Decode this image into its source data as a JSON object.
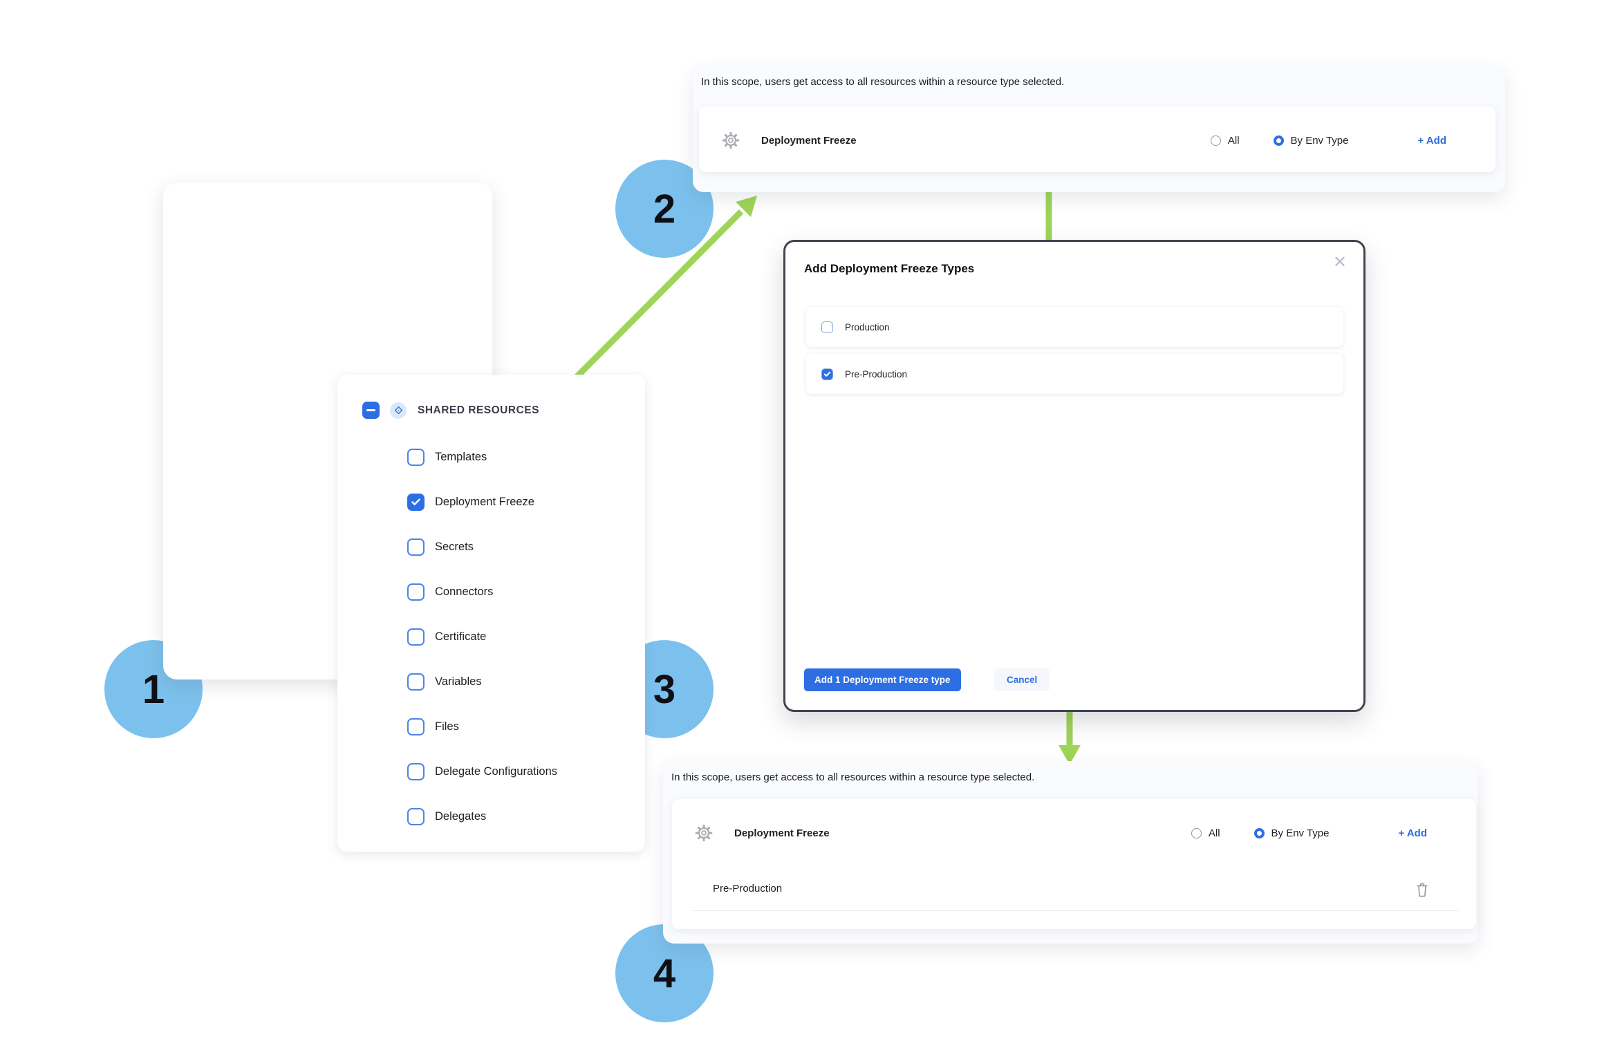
{
  "colors": {
    "accent_blue": "#2d6fe3",
    "link_blue": "#2f6be0",
    "arrow_green": "#9ed457",
    "step_circle_blue": "#7cc1ed",
    "modal_border": "#40444d"
  },
  "steps": {
    "one": "1",
    "two": "2",
    "three": "3",
    "four": "4"
  },
  "sidebar": {
    "header": "SHARED RESOURCES",
    "items": [
      {
        "label": "Templates",
        "checked": false
      },
      {
        "label": "Deployment Freeze",
        "checked": true
      },
      {
        "label": "Secrets",
        "checked": false
      },
      {
        "label": "Connectors",
        "checked": false
      },
      {
        "label": "Certificate",
        "checked": false
      },
      {
        "label": "Variables",
        "checked": false
      },
      {
        "label": "Files",
        "checked": false
      },
      {
        "label": "Delegate Configurations",
        "checked": false
      },
      {
        "label": "Delegates",
        "checked": false
      }
    ]
  },
  "scope_top": {
    "description": "In this scope, users get access to all resources within a resource type selected.",
    "resource_type": "Deployment Freeze",
    "radio_all_label": "All",
    "radio_all_selected": false,
    "radio_by_env_label": "By Env Type",
    "radio_by_env_selected": true,
    "add_label": "+ Add"
  },
  "modal": {
    "title": "Add Deployment Freeze Types",
    "close_glyph": "✕",
    "options": [
      {
        "label": "Production",
        "checked": false
      },
      {
        "label": "Pre-Production",
        "checked": true
      }
    ],
    "submit_label": "Add 1 Deployment Freeze type",
    "cancel_label": "Cancel"
  },
  "scope_bottom": {
    "description": "In this scope, users get access to all resources within a resource type selected.",
    "resource_type": "Deployment Freeze",
    "radio_all_label": "All",
    "radio_all_selected": false,
    "radio_by_env_label": "By Env Type",
    "radio_by_env_selected": true,
    "add_label": "+ Add",
    "resources": [
      {
        "label": "Pre-Production"
      }
    ]
  }
}
